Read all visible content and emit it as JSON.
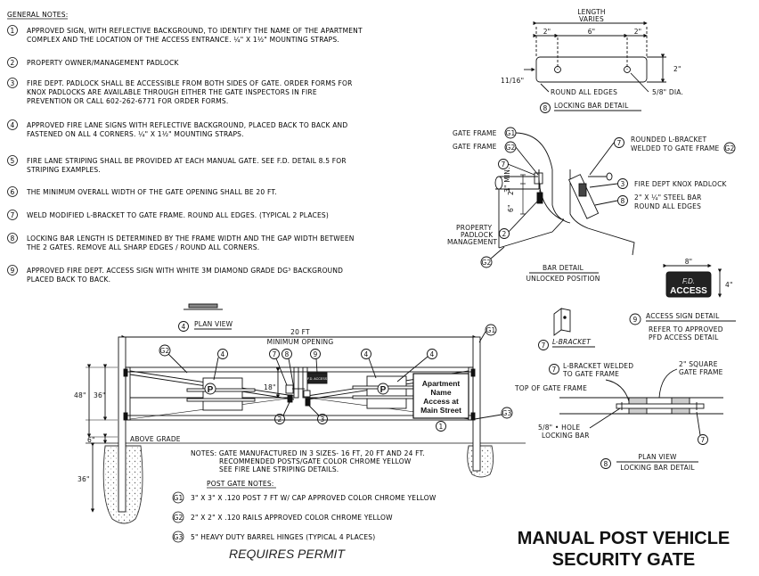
{
  "general_notes": {
    "heading": "GENERAL NOTES:",
    "items": [
      {
        "num": "1",
        "lines": [
          "APPROVED SIGN, WITH REFLECTIVE BACKGROUND, TO IDENTIFY THE NAME OF THE APARTMENT",
          "COMPLEX AND THE LOCATION OF THE ACCESS ENTRANCE.  ¼\" X 1½\" MOUNTING STRAPS."
        ]
      },
      {
        "num": "2",
        "lines": [
          "PROPERTY OWNER/MANAGEMENT PADLOCK"
        ]
      },
      {
        "num": "3",
        "lines": [
          "FIRE DEPT. PADLOCK SHALL BE ACCESSIBLE FROM BOTH SIDES OF GATE.  ORDER FORMS FOR",
          "KNOX PADLOCKS ARE AVAILABLE THROUGH EITHER THE GATE INSPECTORS IN FIRE",
          "PREVENTION OR CALL 602-262-6771 FOR ORDER FORMS."
        ]
      },
      {
        "num": "4",
        "lines": [
          "APPROVED FIRE LANE SIGNS WITH REFLECTIVE BACKGROUND, PLACED BACK TO BACK AND",
          "FASTENED ON ALL 4 CORNERS.  ¼\" X 1½\" MOUNTING STRAPS."
        ]
      },
      {
        "num": "5",
        "lines": [
          "FIRE LANE STRIPING SHALL BE PROVIDED AT EACH MANUAL GATE.  SEE F.D. DETAIL 8.5 FOR",
          "STRIPING EXAMPLES."
        ]
      },
      {
        "num": "6",
        "lines": [
          "THE MINIMUM OVERALL WIDTH OF THE GATE OPENING SHALL BE 20 FT."
        ]
      },
      {
        "num": "7",
        "lines": [
          "WELD MODIFIED L-BRACKET TO GATE FRAME. ROUND ALL EDGES. (TYPICAL 2 PLACES)"
        ]
      },
      {
        "num": "8",
        "lines": [
          "LOCKING BAR LENGTH IS DETERMINED BY THE FRAME WIDTH AND THE GAP WIDTH BETWEEN",
          "THE 2 GATES.  REMOVE ALL SHARP EDGES / ROUND ALL CORNERS."
        ]
      },
      {
        "num": "9",
        "lines": [
          "APPROVED FIRE DEPT. ACCESS SIGN WITH WHITE 3M DIAMOND GRADE DG³ BACKGROUND",
          "PLACED BACK TO BACK."
        ]
      }
    ]
  },
  "locking_bar_detail": {
    "length": "LENGTH",
    "varies": "VARIES",
    "dim_2a": "2\"",
    "dim_6": "6\"",
    "dim_2b": "2\"",
    "dim_right": "2\"",
    "dim_left": "11/16\"",
    "round_edges": "ROUND ALL EDGES",
    "dia": "5/8\" DIA.",
    "num": "8",
    "title": "LOCKING BAR DETAIL"
  },
  "bar_detail": {
    "gate_frame_g1": "GATE FRAME",
    "gate_frame_g2": "GATE FRAME",
    "g1": "G1",
    "g2": "G2",
    "g2b": "G2",
    "n7": "7",
    "n7b": "7",
    "n3": "3",
    "n8": "8",
    "n2": "2",
    "rounded_1": "ROUNDED L-BRACKET",
    "rounded_2": "WELDED TO GATE FRAME",
    "knox": "FIRE DEPT KNOX PADLOCK",
    "steel_1": "2\" x ¼\" STEEL BAR",
    "steel_2": "ROUND ALL EDGES",
    "prop_1": "PROPERTY",
    "prop_2": "PADLOCK",
    "prop_3": "MANAGEMENT",
    "dim_min": "3\" MIN.",
    "dim_2": "2\"",
    "dim_6": "6\"",
    "title": "BAR DETAIL",
    "subtitle": "UNLOCKED POSITION"
  },
  "access_sign": {
    "width": "8\"",
    "height": "4\"",
    "line1": "F.D.",
    "line2": "ACCESS",
    "num": "9",
    "title": "ACCESS SIGN DETAIL",
    "ref1": "REFER TO APPROVED",
    "ref2": "PFD ACCESS DETAIL"
  },
  "lbracket": {
    "num": "7",
    "label": "L-BRACKET"
  },
  "plan_view_small": {
    "num": "4",
    "label": "PLAN VIEW"
  },
  "gate_elevation": {
    "width": "20 FT",
    "min_open": "MINIMUM OPENING",
    "g1": "G1",
    "g2": "G2",
    "g3": "G3",
    "n4a": "4",
    "n4b": "4",
    "n4c": "4",
    "n4d": "4",
    "n7": "7",
    "n8": "8",
    "n9": "9",
    "n2": "2",
    "n3": "3",
    "n1": "1",
    "dim_48": "48\"",
    "dim_36": "36\"",
    "dim_18": "18\"",
    "dim_6": "6\"",
    "dim_36b": "36\"",
    "above_grade": "ABOVE GRADE",
    "sign_l1": "Apartment",
    "sign_l2": "Name",
    "sign_l3": "Access at",
    "sign_l4": "Main Street",
    "p_glyph": "P",
    "mini_sign": "F.D. ACCESS"
  },
  "notes2": {
    "l1": "NOTES: GATE MANUFACTURED IN 3 SIZES- 16 FT, 20 FT AND 24 FT.",
    "l2": "RECOMMENDED POSTS/GATE COLOR CHROME YELLOW",
    "l3": "SEE FIRE LANE STRIPING DETAILS."
  },
  "post_gate_notes": {
    "heading": "POST GATE NOTES:",
    "items": [
      {
        "tag": "G1",
        "text": "3\" X 3\" X .120 POST 7 FT W/ CAP APPROVED COLOR CHROME YELLOW"
      },
      {
        "tag": "G2",
        "text": "2\" X 2\" X .120 RAILS APPROVED COLOR CHROME YELLOW"
      },
      {
        "tag": "G3",
        "text": "5\" HEAVY DUTY BARREL HINGES (TYPICAL 4 PLACES)"
      }
    ]
  },
  "plan_view_lock": {
    "n7a": "7",
    "n7b": "7",
    "n8": "8",
    "weld_1": "L-BRACKET WELDED",
    "weld_2": "TO GATE FRAME",
    "sq_1": "2\" SQUARE",
    "sq_2": "GATE FRAME",
    "top_frame": "TOP OF GATE FRAME",
    "hole_1": "5/8\" • HOLE",
    "hole_2": "LOCKING BAR",
    "title": "PLAN VIEW",
    "subtitle": "LOCKING BAR DETAIL"
  },
  "footer": {
    "permit": "REQUIRES PERMIT",
    "title1": "MANUAL POST VEHICLE",
    "title2": "SECURITY GATE"
  }
}
